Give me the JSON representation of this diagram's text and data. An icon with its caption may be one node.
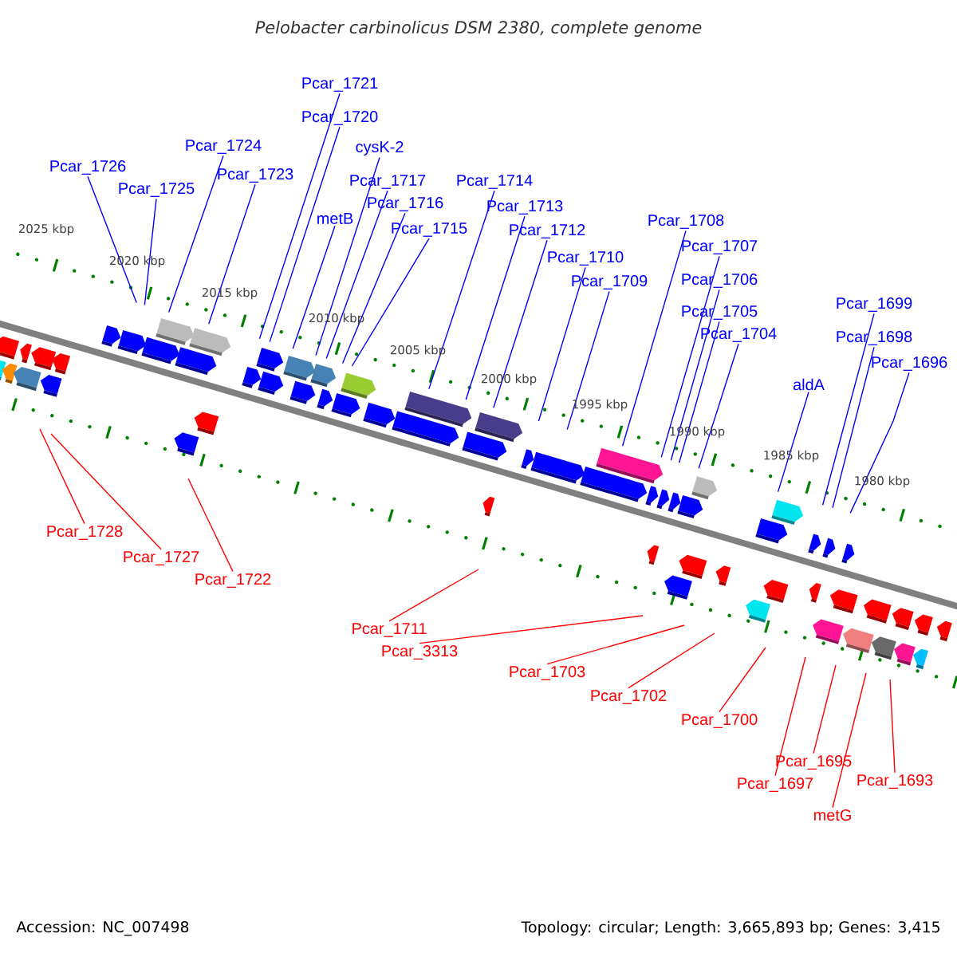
{
  "diagram": {
    "title": "Pelobacter carbinolicus DSM 2380, complete genome",
    "nodes": [
      {
        "text": [
          "Pcar_1721"
        ]
      },
      {
        "text": [
          "Pcar_1720"
        ]
      },
      {
        "text": [
          "Pcar_1724"
        ]
      },
      {
        "text": [
          "cysK-2"
        ]
      },
      {
        "text": [
          "Pcar_1726"
        ]
      },
      {
        "text": [
          "Pcar_1723"
        ]
      },
      {
        "text": [
          "Pcar_1725"
        ]
      },
      {
        "text": [
          "Pcar_1717"
        ]
      },
      {
        "text": [
          "Pcar_1714"
        ]
      },
      {
        "text": [
          "Pcar_1716"
        ]
      },
      {
        "text": [
          "Pcar_1713"
        ]
      },
      {
        "text": [
          "metB"
        ]
      },
      {
        "text": [
          "Pcar_1708"
        ]
      },
      {
        "text": [
          "Pcar_1715"
        ]
      },
      {
        "text": [
          "Pcar_1712"
        ]
      },
      {
        "text": [
          "Pcar_1707"
        ]
      },
      {
        "text": [
          "Pcar_1710"
        ]
      },
      {
        "text": [
          "Pcar_1706"
        ]
      },
      {
        "text": [
          "Pcar_1709"
        ]
      },
      {
        "text": [
          "Pcar_1699"
        ]
      },
      {
        "text": [
          "Pcar_1705"
        ]
      },
      {
        "text": [
          "Pcar_1704"
        ]
      },
      {
        "text": [
          "Pcar_1698"
        ]
      },
      {
        "text": [
          "Pcar_1696"
        ]
      },
      {
        "text": [
          "aldA"
        ]
      },
      {
        "text": [
          "Pcar_1728"
        ]
      },
      {
        "text": [
          "Pcar_1727"
        ]
      },
      {
        "text": [
          "Pcar_1722"
        ]
      },
      {
        "text": [
          "Pcar_1711"
        ]
      },
      {
        "text": [
          "Pcar_3313"
        ]
      },
      {
        "text": [
          "Pcar_1703"
        ]
      },
      {
        "text": [
          "Pcar_1702"
        ]
      },
      {
        "text": [
          "Pcar_1700"
        ]
      },
      {
        "text": [
          "Pcar_1695"
        ]
      },
      {
        "text": [
          "Pcar_1693"
        ]
      },
      {
        "text": [
          "Pcar_1697"
        ]
      },
      {
        "text": [
          "metG"
        ]
      }
    ],
    "edges": [
      {
        "from": 0,
        "to": null,
        "arrow": "none"
      },
      {
        "from": 1,
        "to": null,
        "arrow": "none"
      },
      {
        "from": 2,
        "to": null,
        "arrow": "none"
      },
      {
        "from": 3,
        "to": null,
        "arrow": "none"
      },
      {
        "from": 4,
        "to": null,
        "arrow": "none"
      },
      {
        "from": 5,
        "to": null,
        "arrow": "none"
      },
      {
        "from": 6,
        "to": null,
        "arrow": "none"
      },
      {
        "from": 7,
        "to": null,
        "arrow": "none"
      },
      {
        "from": 8,
        "to": null,
        "arrow": "none"
      },
      {
        "from": 9,
        "to": null,
        "arrow": "none"
      },
      {
        "from": 10,
        "to": null,
        "arrow": "none"
      },
      {
        "from": 11,
        "to": null,
        "arrow": "none"
      },
      {
        "from": 12,
        "to": null,
        "arrow": "none"
      },
      {
        "from": 13,
        "to": null,
        "arrow": "none"
      },
      {
        "from": 14,
        "to": null,
        "arrow": "none"
      },
      {
        "from": 15,
        "to": null,
        "arrow": "none"
      },
      {
        "from": 16,
        "to": null,
        "arrow": "none"
      },
      {
        "from": 17,
        "to": null,
        "arrow": "none"
      },
      {
        "from": 18,
        "to": null,
        "arrow": "none"
      },
      {
        "from": 19,
        "to": null,
        "arrow": "none"
      },
      {
        "from": 20,
        "to": null,
        "arrow": "none"
      },
      {
        "from": 21,
        "to": null,
        "arrow": "none"
      },
      {
        "from": 22,
        "to": null,
        "arrow": "none"
      },
      {
        "from": 23,
        "to": null,
        "arrow": "none"
      },
      {
        "from": 24,
        "to": null,
        "arrow": "none"
      },
      {
        "from": 25,
        "to": null,
        "arrow": "none",
        "color": "#ff0000"
      },
      {
        "from": 26,
        "to": null,
        "arrow": "none",
        "color": "#ff0000"
      },
      {
        "from": 27,
        "to": null,
        "arrow": "none",
        "color": "#ff0000"
      },
      {
        "from": 28,
        "to": null,
        "arrow": "none",
        "color": "#ff0000"
      },
      {
        "from": 29,
        "to": null,
        "arrow": "none",
        "color": "#ff0000"
      },
      {
        "from": 30,
        "to": null,
        "arrow": "none",
        "color": "#ff0000"
      },
      {
        "from": 31,
        "to": null,
        "arrow": "none",
        "color": "#ff0000"
      },
      {
        "from": 32,
        "to": null,
        "arrow": "none",
        "color": "#ff0000"
      },
      {
        "from": 33,
        "to": null,
        "arrow": "none",
        "color": "#ff0000"
      },
      {
        "from": 34,
        "to": null,
        "arrow": "none",
        "color": "#ff0000"
      },
      {
        "from": 35,
        "to": null,
        "arrow": "none",
        "color": "#ff0000"
      },
      {
        "from": 36,
        "to": null,
        "arrow": "none",
        "color": "#ff0000"
      }
    ],
    "labels": [
      "2025 kbp",
      "2020 kbp",
      "2015 kbp",
      "2010 kbp",
      "2005 kbp",
      "2000 kbp",
      "1995 kbp",
      "1990 kbp",
      "1985 kbp",
      "1980 kbp",
      "Accession: NC_007498",
      "Topology: circular; Length: 3,665,893 bp; Genes: 3,415"
    ]
  }
}
